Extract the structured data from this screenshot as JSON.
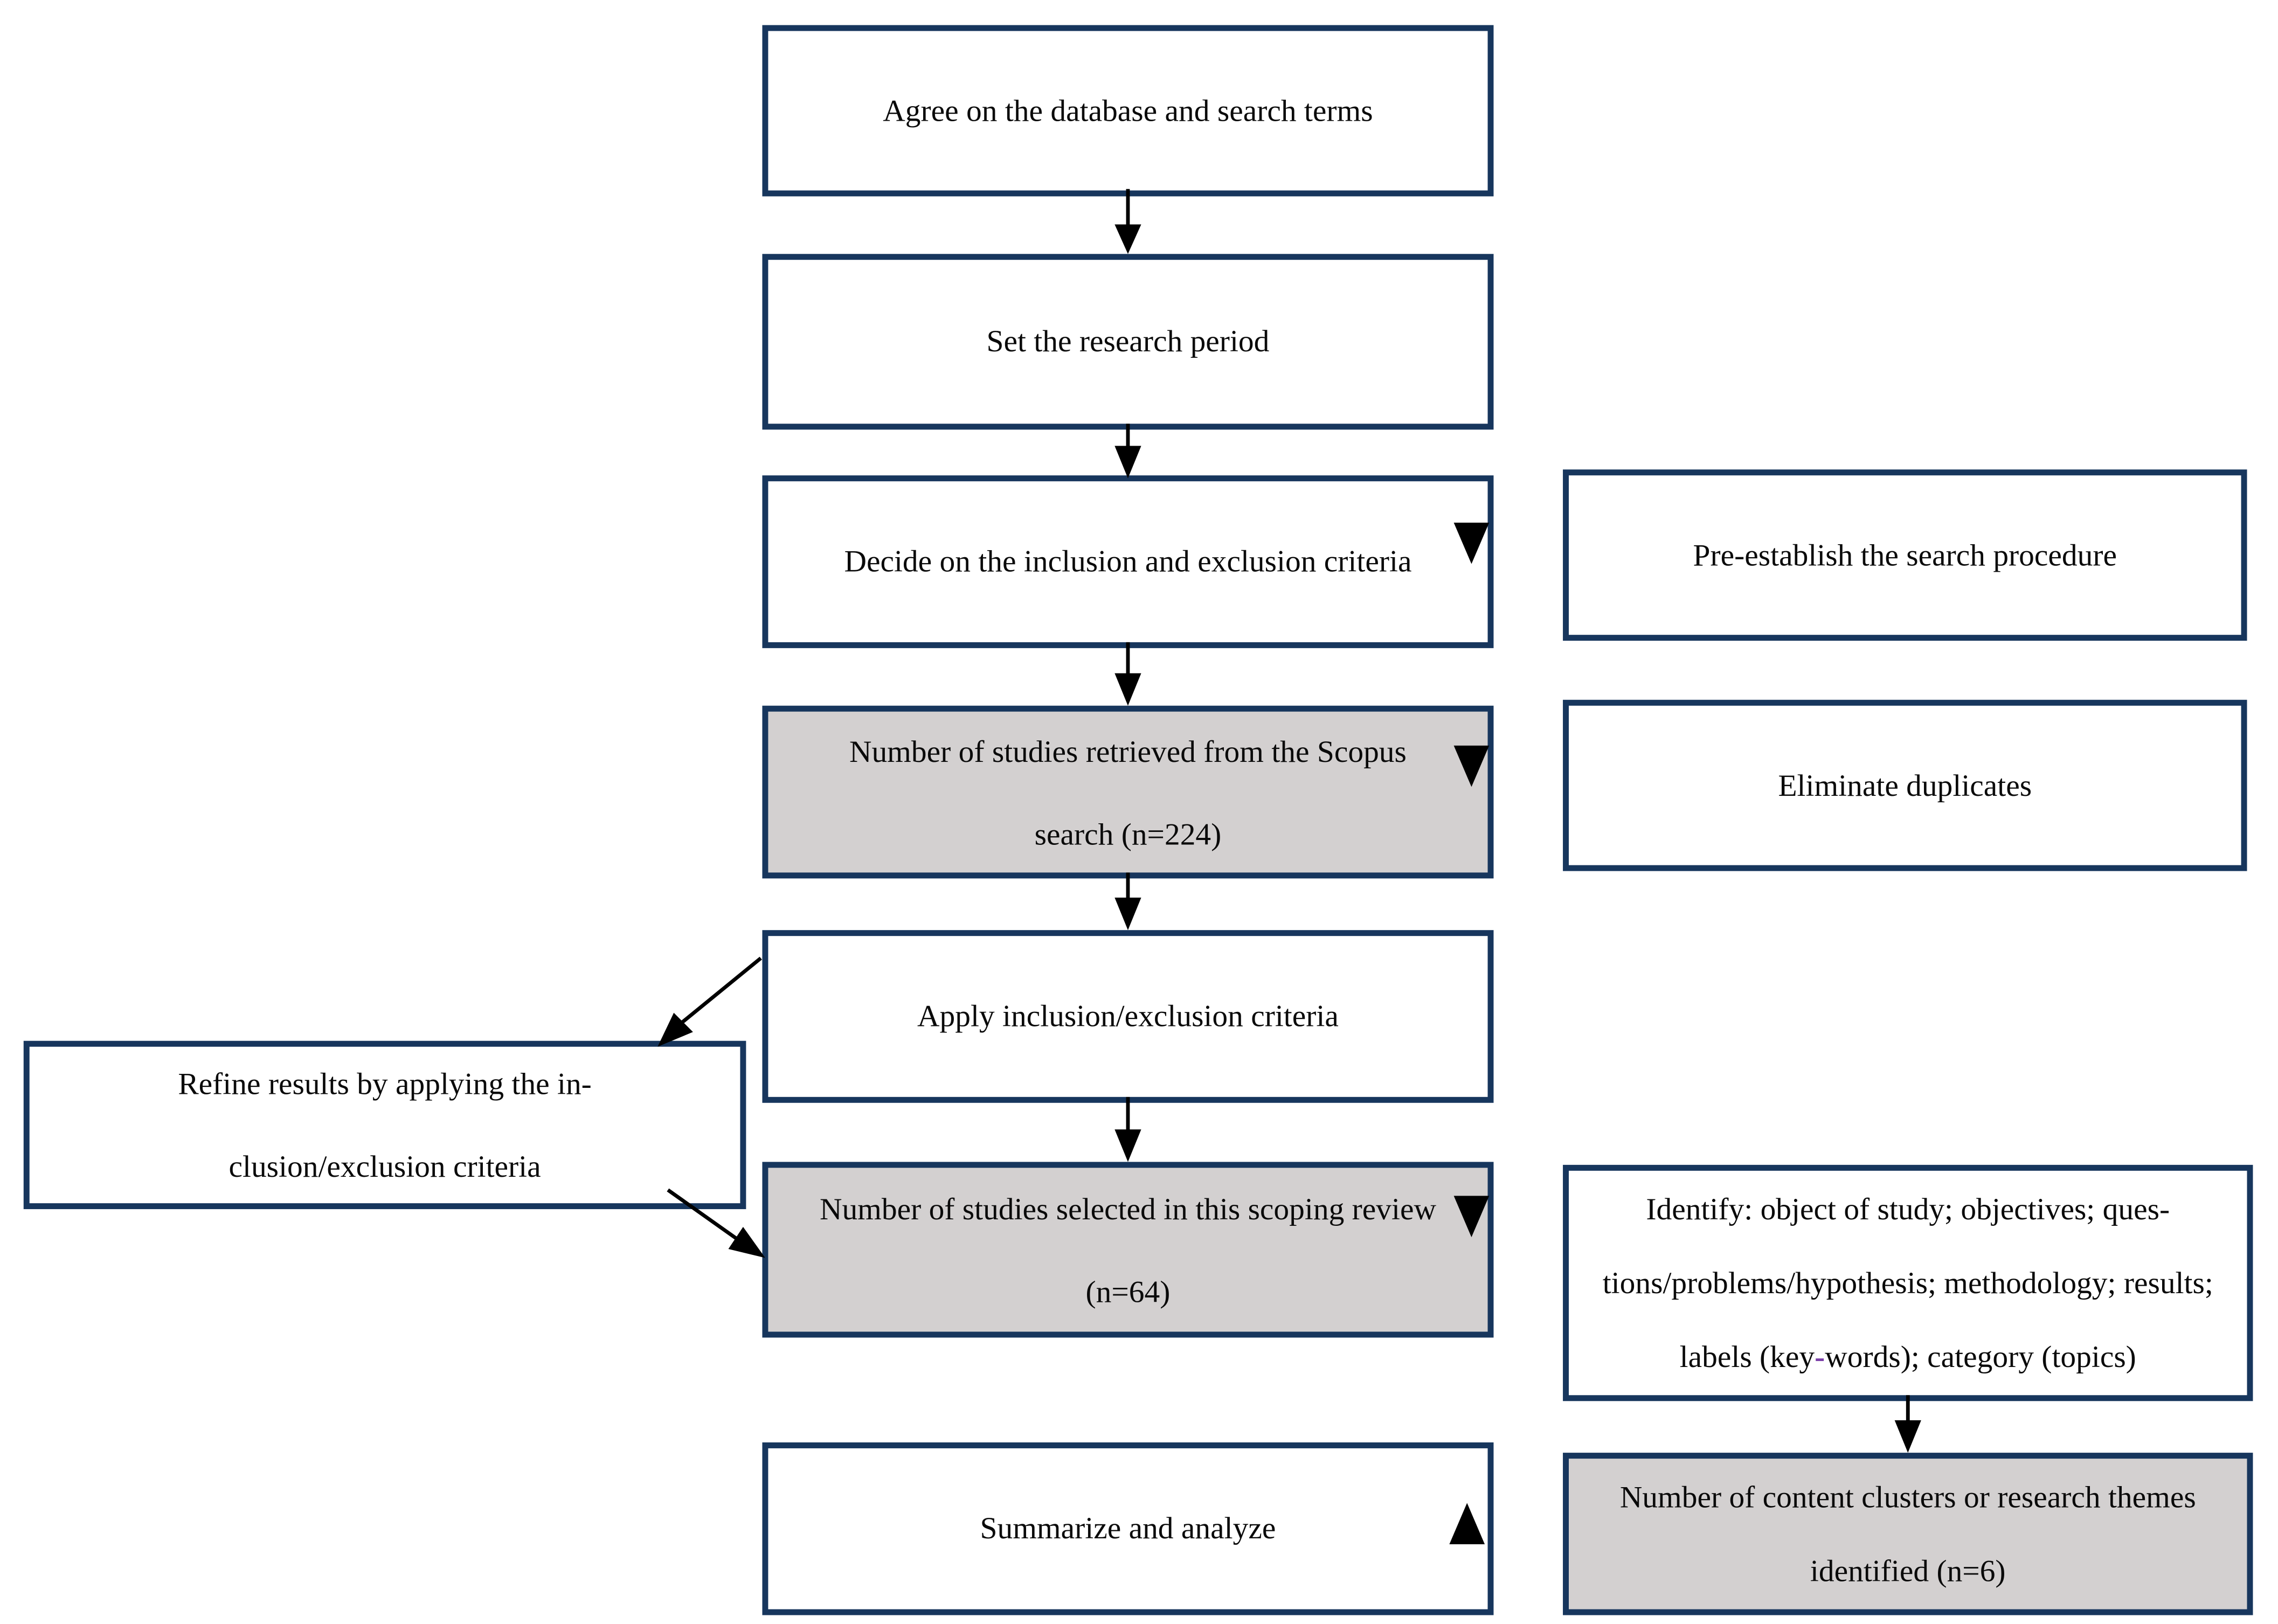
{
  "figure": {
    "type": "flowchart",
    "description": "Scoping review search and selection procedure flow diagram"
  },
  "colors": {
    "box_border": "#17365d",
    "box_fill_white": "#ffffff",
    "box_fill_gray": "#d3d0d0",
    "arrow": "#000000",
    "keyword_hyphen_accent": "#7b3fa8",
    "text": "#0a0a0a"
  },
  "boxes": {
    "agree": {
      "label": "Agree on the database and search terms"
    },
    "set_period": {
      "label": "Set the research period"
    },
    "decide": {
      "label": "Decide on the inclusion and exclusion criteria"
    },
    "retrieved": {
      "line1": "Number of studies retrieved from the Scopus",
      "line2": "search (n=224)"
    },
    "apply": {
      "label": "Apply inclusion/exclusion criteria"
    },
    "selected": {
      "line1": "Number of studies selected in this scoping review",
      "line2": "(n=64)"
    },
    "summarize": {
      "label": "Summarize and analyze"
    },
    "pre_establish": {
      "label": "Pre-establish the search procedure"
    },
    "eliminate": {
      "label": "Eliminate duplicates"
    },
    "identify": {
      "line1": "Identify: object of study; objectives; ques-",
      "line2": "tions/problems/hypothesis; methodology; results;",
      "line3_before_hyphen": "labels (key",
      "line3_hyphen": "-",
      "line3_after_hyphen": "words); category (topics)"
    },
    "clusters": {
      "line1": "Number of content clusters or research themes",
      "line2": "identified (n=6)"
    },
    "refine": {
      "line1": "Refine results by applying the in-",
      "line2": "clusion/exclusion criteria"
    }
  }
}
